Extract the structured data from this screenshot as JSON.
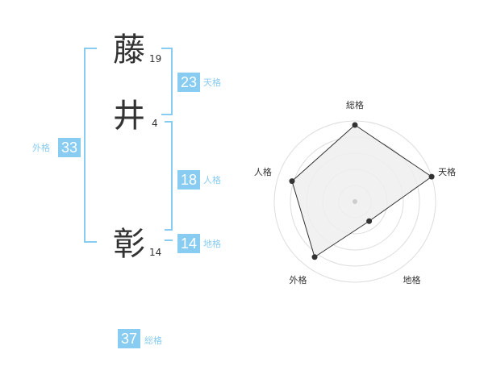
{
  "names": [
    {
      "char": "藤",
      "strokes": "19"
    },
    {
      "char": "井",
      "strokes": "4"
    },
    {
      "char": "彰",
      "strokes": "14"
    }
  ],
  "kakusu": {
    "tenkaku": {
      "value": "23",
      "label": "天格"
    },
    "jinkaku": {
      "value": "18",
      "label": "人格"
    },
    "chikaku": {
      "value": "14",
      "label": "地格"
    },
    "gaikaku": {
      "value": "33",
      "label": "外格"
    },
    "soukaku": {
      "value": "37",
      "label": "総格"
    }
  },
  "chart_data": {
    "type": "radar",
    "axes": [
      "総格",
      "天格",
      "地格",
      "外格",
      "人格"
    ],
    "values": [
      0.95,
      1.0,
      0.3,
      0.85,
      0.82
    ],
    "grid": true,
    "colors": {
      "accent": "#88ccf1",
      "fill": "#eeeeee",
      "line": "#333333"
    }
  }
}
